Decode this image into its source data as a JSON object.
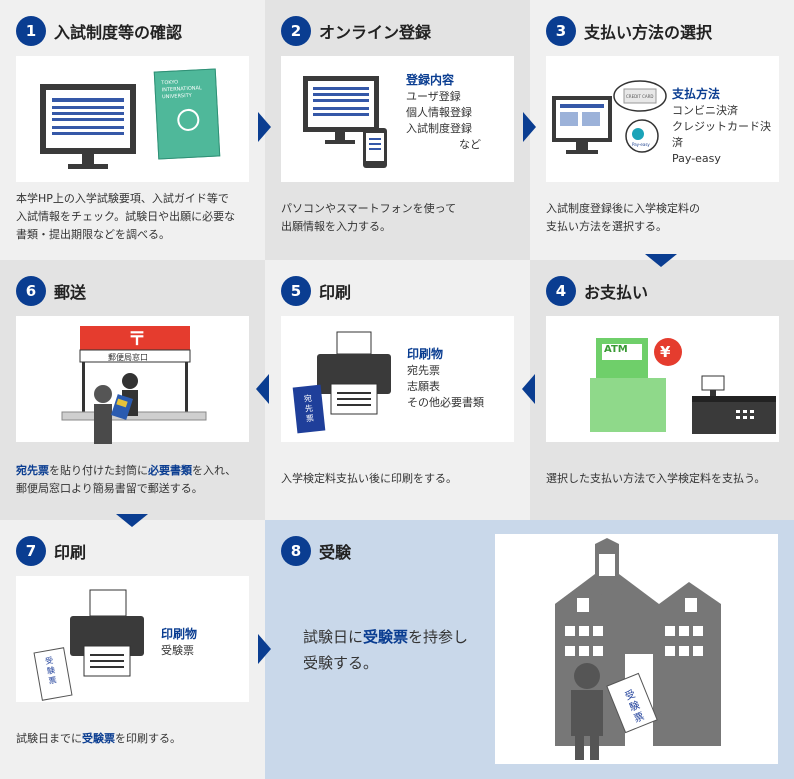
{
  "colors": {
    "accent": "#0a3d91",
    "bg_a": "#f0f0f0",
    "bg_b": "#e3e3e3",
    "bg_blue": "#c9d8ea"
  },
  "steps": [
    {
      "num": "1",
      "title": "入試制度等の確認",
      "desc": [
        "本学HP上の入学試験要項、入試ガイド等で",
        "入試情報をチェック。試験日や出願に必要な",
        "書類・提出期限などを調べる。"
      ],
      "booklet_text": [
        "TOKYO",
        "INTERNATIONAL",
        "UNIVERSITY"
      ]
    },
    {
      "num": "2",
      "title": "オンライン登録",
      "card_title": "登録内容",
      "card_items": [
        "ユーザ登録",
        "個人情報登録",
        "入試制度登録"
      ],
      "card_suffix": "など",
      "desc": [
        "パソコンやスマートフォンを使って",
        "出願情報を入力する。"
      ]
    },
    {
      "num": "3",
      "title": "支払い方法の選択",
      "card_title": "支払方法",
      "card_items": [
        "コンビニ決済",
        "クレジットカード決済",
        "Pay-easy"
      ],
      "bubble_card": "CREDIT CARD",
      "bubble_pay": "Pay-easy",
      "desc": [
        "入試制度登録後に入学検定料の",
        "支払い方法を選択する。"
      ]
    },
    {
      "num": "4",
      "title": "お支払い",
      "atm_label": "ATM",
      "yen": "¥",
      "desc": [
        "選択した支払い方法で入学検定料を支払う。"
      ]
    },
    {
      "num": "5",
      "title": "印刷",
      "card_title": "印刷物",
      "card_items": [
        "宛先票",
        "志願表",
        "その他必要書類"
      ],
      "ticket": "宛先票",
      "desc": [
        "入学検定料支払い後に印刷をする。"
      ]
    },
    {
      "num": "6",
      "title": "郵送",
      "post_mark": "〒",
      "post_sign": "郵便局窓口",
      "desc_parts": [
        "宛先票",
        "を貼り付けた封筒に",
        "必要書類",
        "を入れ、"
      ],
      "desc_line2": "郵便局窓口より簡易書留で郵送する。"
    },
    {
      "num": "7",
      "title": "印刷",
      "card_title": "印刷物",
      "card_items": [
        "受験票"
      ],
      "ticket": "受験票",
      "desc_parts": [
        "試験日までに",
        "受験票",
        "を印刷する。"
      ]
    },
    {
      "num": "8",
      "title": "受験",
      "text_parts": [
        "試験日に",
        "受験票",
        "を持参し"
      ],
      "text_line2": "受験する。",
      "ticket": "受験票"
    }
  ]
}
